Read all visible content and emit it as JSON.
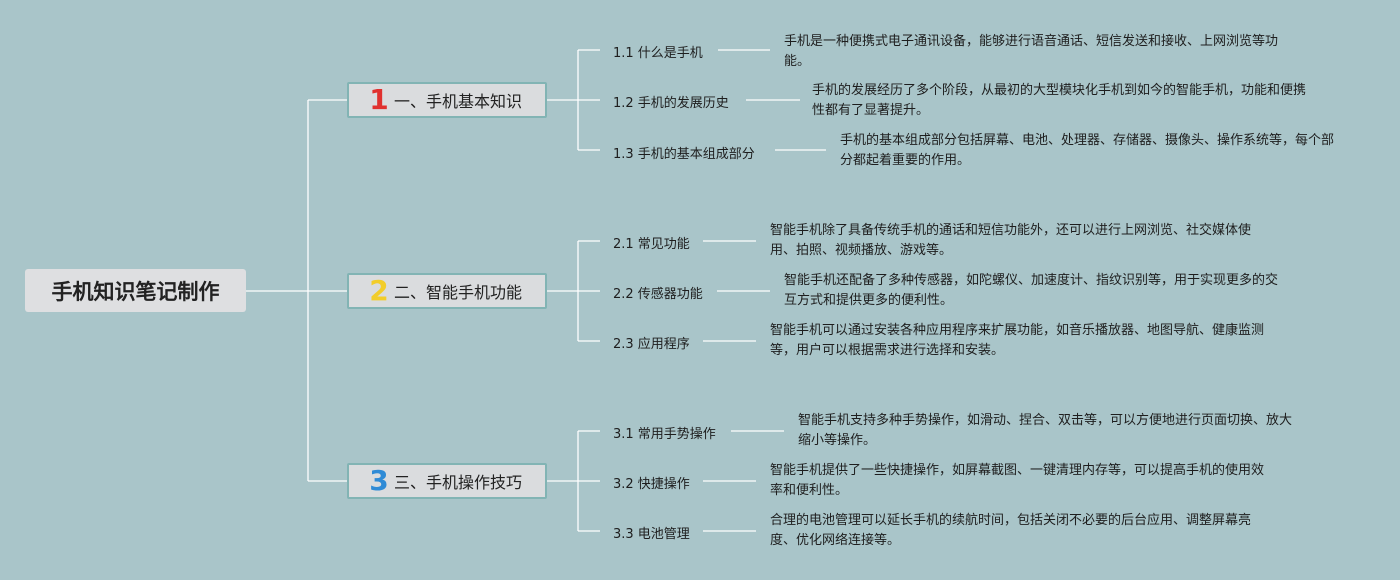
{
  "root": {
    "label": "手机知识笔记制作"
  },
  "colors": {
    "background": "#a9c5c9",
    "line": "#ffffff",
    "num1": "#e0312f",
    "num2": "#f2cd2a",
    "num3": "#2f8bd6"
  },
  "branches": [
    {
      "num": "1",
      "label": "一、手机基本知识",
      "subs": [
        {
          "label": "1.1 什么是手机",
          "desc": "手机是一种便携式电子通讯设备，能够进行语音通话、短信发送和接收、上网浏览等功能。"
        },
        {
          "label": "1.2 手机的发展历史",
          "desc": "手机的发展经历了多个阶段，从最初的大型模块化手机到如今的智能手机，功能和便携性都有了显著提升。"
        },
        {
          "label": "1.3 手机的基本组成部分",
          "desc": "手机的基本组成部分包括屏幕、电池、处理器、存储器、摄像头、操作系统等，每个部分都起着重要的作用。"
        }
      ]
    },
    {
      "num": "2",
      "label": "二、智能手机功能",
      "subs": [
        {
          "label": "2.1 常见功能",
          "desc": "智能手机除了具备传统手机的通话和短信功能外，还可以进行上网浏览、社交媒体使用、拍照、视频播放、游戏等。"
        },
        {
          "label": "2.2 传感器功能",
          "desc": "智能手机还配备了多种传感器，如陀螺仪、加速度计、指纹识别等，用于实现更多的交互方式和提供更多的便利性。"
        },
        {
          "label": "2.3 应用程序",
          "desc": "智能手机可以通过安装各种应用程序来扩展功能，如音乐播放器、地图导航、健康监测等，用户可以根据需求进行选择和安装。"
        }
      ]
    },
    {
      "num": "3",
      "label": "三、手机操作技巧",
      "subs": [
        {
          "label": "3.1 常用手势操作",
          "desc": "智能手机支持多种手势操作，如滑动、捏合、双击等，可以方便地进行页面切换、放大缩小等操作。"
        },
        {
          "label": "3.2 快捷操作",
          "desc": "智能手机提供了一些快捷操作，如屏幕截图、一键清理内存等，可以提高手机的使用效率和便利性。"
        },
        {
          "label": "3.3 电池管理",
          "desc": "合理的电池管理可以延长手机的续航时间，包括关闭不必要的后台应用、调整屏幕亮度、优化网络连接等。"
        }
      ]
    }
  ]
}
